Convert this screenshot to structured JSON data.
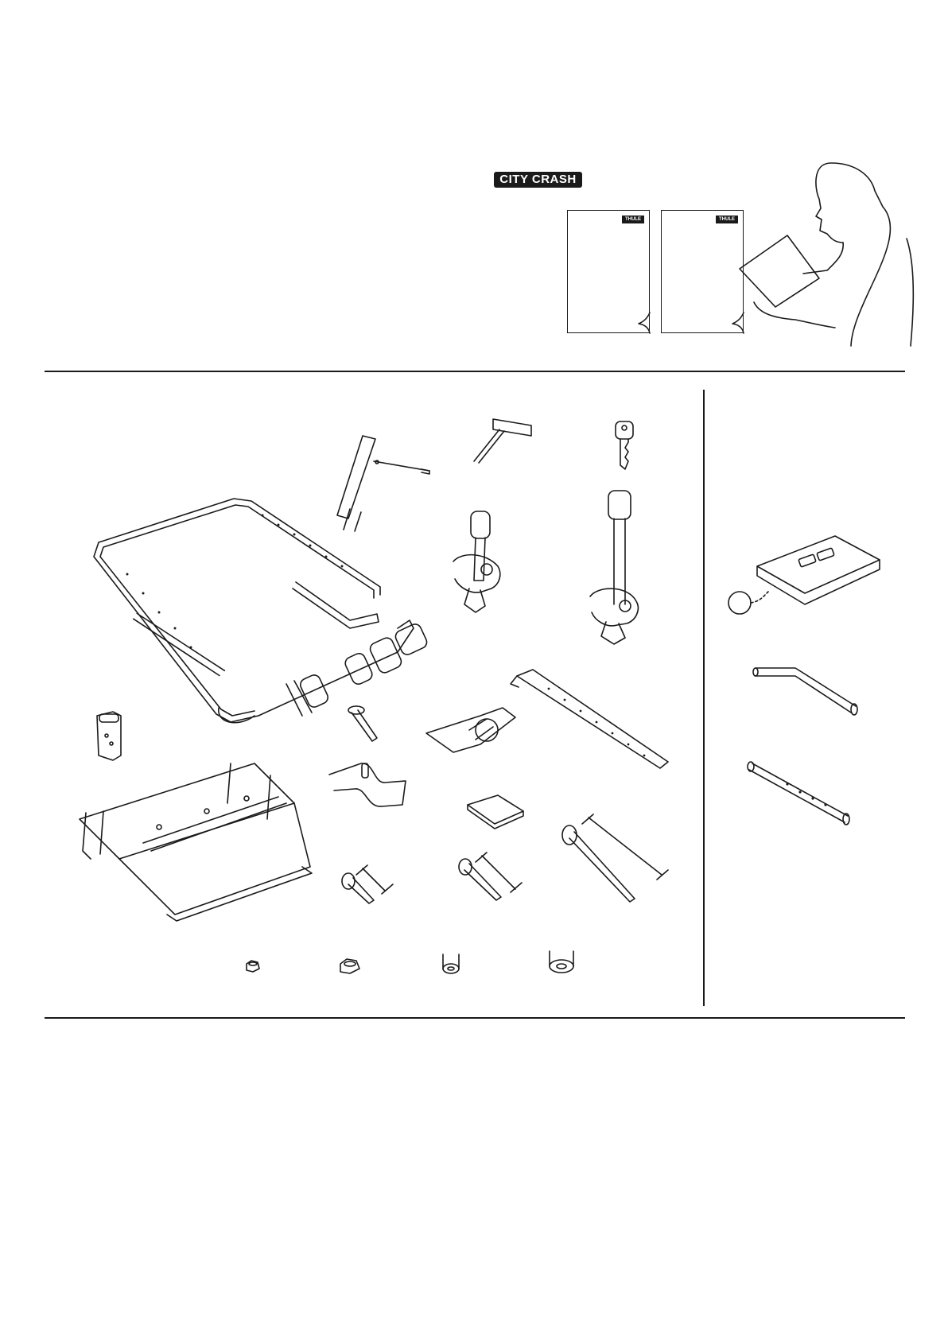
{
  "header": {
    "badge_text": "CITY CRASH",
    "manual_logo_left": "THULE",
    "manual_logo_right": "THULE"
  },
  "colors": {
    "ink": "#1a1a1a",
    "paper": "#ffffff"
  },
  "icons": [
    "person-reading-manual-icon",
    "wrench-icon",
    "allen-key-icon",
    "lock-key-icon",
    "frame-arch-icon",
    "bike-arm-short-icon",
    "bike-arm-long-icon",
    "sleeve-icon",
    "base-bracket-icon",
    "bolt-icon",
    "bracket-clamp-icon",
    "strap-icon",
    "clip-icon",
    "rubber-pad-icon",
    "bolt-short-icon",
    "bolt-medium-icon",
    "bolt-long-icon",
    "nut-small-icon",
    "nut-large-icon",
    "washer-small-icon",
    "washer-large-icon",
    "tray-adapter-icon",
    "bent-tube-icon",
    "straight-tube-icon"
  ]
}
